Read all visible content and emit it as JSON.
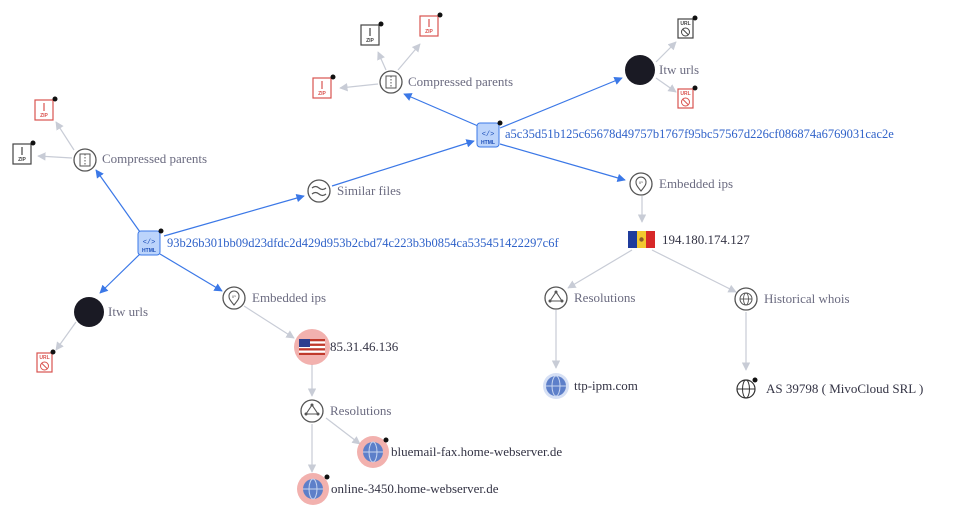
{
  "files": {
    "a": {
      "hash": "93b26b301bb09d23dfdc2d429d953b2cbd74c223b3b0854ca535451422297c6f",
      "type_tag": "HTML"
    },
    "b": {
      "hash": "a5c35d51b125c65678d49757b1767f95bc57567d226cf086874a6769031cac2e",
      "type_tag": "HTML"
    }
  },
  "relations": {
    "compressed_parents": "Compressed parents",
    "similar_files": "Similar files",
    "itw_urls": "Itw urls",
    "embedded_ips": "Embedded ips",
    "resolutions": "Resolutions",
    "historical_whois": "Historical whois"
  },
  "ips": {
    "us": "85.31.46.136",
    "md": "194.180.174.127"
  },
  "domains": {
    "d1": "bluemail-fax.home-webserver.de",
    "d2": "online-3450.home-webserver.de",
    "d3": "ttp-ipm.com"
  },
  "whois": {
    "as": "AS 39798 ( MivoCloud SRL )"
  },
  "icon_text": {
    "zip": "ZIP",
    "url": "URL"
  },
  "colors": {
    "strong_edge": "#3b78e7",
    "weak_edge": "#c8ccd6",
    "hash_text": "#2f62c9",
    "malicious": "#d9534f",
    "file_node_fill": "#bcd4fb"
  }
}
